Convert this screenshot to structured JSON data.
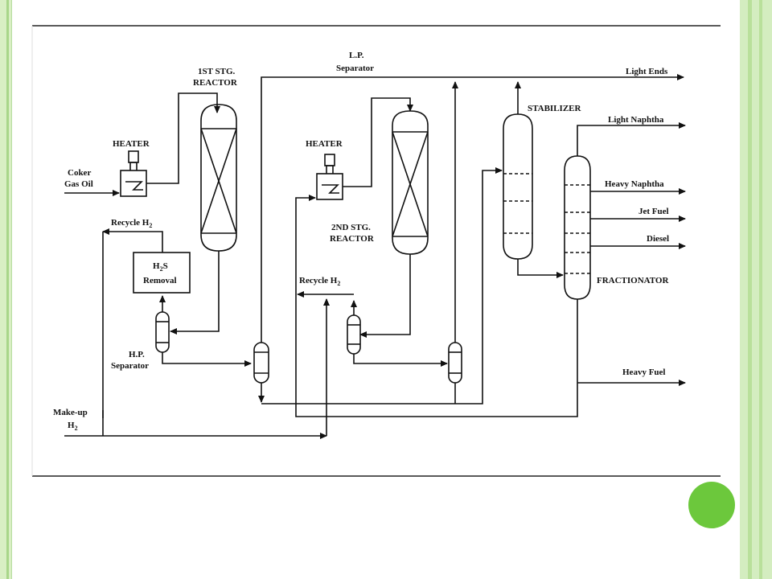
{
  "colors": {
    "frame_green": "#d9efc4",
    "accent_dot": "#6cc83c",
    "line": "#111111"
  },
  "labels": {
    "feed_line1": "Coker",
    "feed_line2": "Gas Oil",
    "heater1": "HEATER",
    "reactor1_line1": "1ST STG.",
    "reactor1_line2": "REACTOR",
    "recycle1": "Recycle H",
    "recycle_sub": "2",
    "h2s_line1_main": "H",
    "h2s_line1_sub": "2",
    "h2s_line1_tail": "S",
    "h2s_line2": "Removal",
    "hp_sep_line1": "H.P.",
    "hp_sep_line2": "Separator",
    "makeup_line1": "Make-up",
    "makeup_line2": "H",
    "makeup_sub": "2",
    "lp_sep_line1": "L.P.",
    "lp_sep_line2": "Separator",
    "heater2": "HEATER",
    "reactor2_line1": "2ND STG.",
    "reactor2_line2": "REACTOR",
    "recycle2": "Recycle H",
    "stabilizer": "STABILIZER",
    "fractionator": "FRACTIONATOR",
    "light_ends": "Light Ends",
    "light_naphtha": "Light Naphtha",
    "heavy_naphtha": "Heavy Naphtha",
    "jet_fuel": "Jet Fuel",
    "diesel": "Diesel",
    "heavy_fuel": "Heavy Fuel"
  }
}
